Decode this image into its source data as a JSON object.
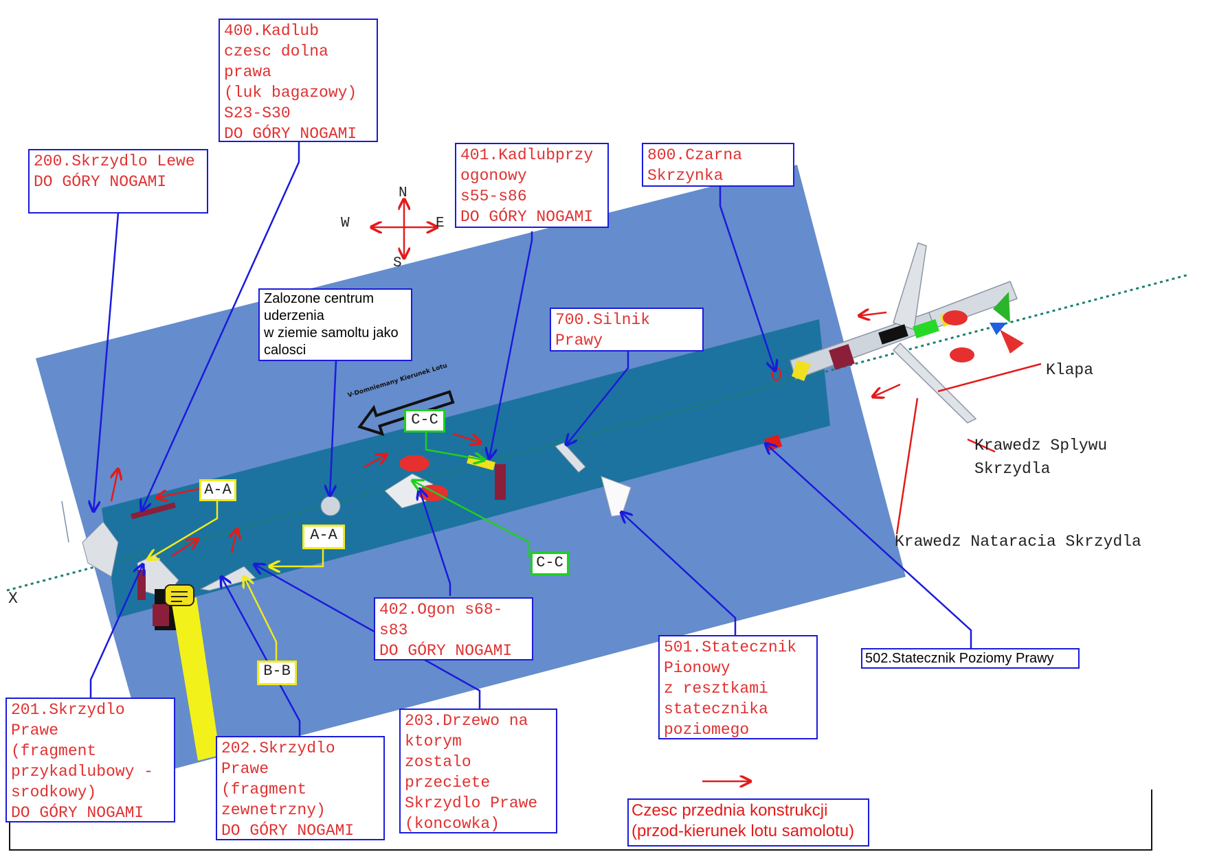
{
  "labels": {
    "kadlub_400": [
      "400.Kadlub",
      "czesc dolna",
      "prawa",
      "(luk bagazowy)",
      "S23-S30",
      "DO GÓRY NOGAMI"
    ],
    "skrzydlo_200": [
      "200.Skrzydlo Lewe",
      "DO GÓRY NOGAMI"
    ],
    "kadlub_401": [
      "401.Kadlubprzy",
      "ogonowy",
      "s55-s86",
      "DO GÓRY NOGAMI"
    ],
    "skrzynka_800": [
      "800.Czarna",
      "Skrzynka"
    ],
    "centrum": [
      "Zalozone centrum",
      "uderzenia",
      "w ziemie samoltu jako",
      "calosci"
    ],
    "silnik_700": [
      "700.Silnik",
      "Prawy"
    ],
    "ogon_402": [
      "402.Ogon s68-",
      "s83",
      "DO GÓRY NOGAMI"
    ],
    "statecznik_501": [
      "501.Statecznik",
      "Pionowy",
      "z resztkami",
      "statecznika",
      "poziomego"
    ],
    "statecznik_502": [
      "502.Statecznik Poziomy Prawy"
    ],
    "skrzydlo_201": [
      "201.Skrzydlo",
      "Prawe",
      "(fragment",
      "przykadlubowy -",
      "srodkowy)",
      "DO GÓRY NOGAMI"
    ],
    "skrzydlo_202": [
      "202.Skrzydlo",
      "Prawe",
      "(fragment",
      "zewnetrzny)",
      "DO GÓRY NOGAMI"
    ],
    "drzewo_203": [
      "203.Drzewo na",
      "ktorym",
      "zostalo",
      "przeciete",
      "Skrzydlo Prawe",
      "(koncowka)"
    ],
    "legend": [
      "Czesc przednia konstrukcji",
      "(przod-kierunek lotu samolotu)"
    ]
  },
  "tags": {
    "aa_1": "A-A",
    "aa_2": "A-A",
    "cc_1": "C-C",
    "cc_2": "C-C",
    "bb": "B-B"
  },
  "annotations": {
    "klapa": "Klapa",
    "krawedz_splywu": "Krawedz Splywu\nSkrzydla",
    "krawedz_natarcia": "Krawedz Nataracia Skrzydla",
    "axis_x": "X",
    "direction_arrow": "V-Domniemany Kierunek Lotu"
  },
  "compass": {
    "n": "N",
    "s": "S",
    "e": "E",
    "w": "W"
  },
  "colors": {
    "outer_plane": "#5d86c9",
    "inner_strip": "#0f6f96",
    "label_border": "#1a1adc",
    "label_text": "#e03131",
    "leader_blue": "#1a1adc",
    "leader_red": "#e31a1a",
    "leader_green": "#1fcf1f",
    "leader_yellow": "#f2ea1a"
  }
}
